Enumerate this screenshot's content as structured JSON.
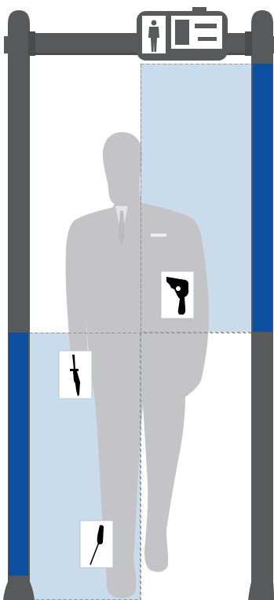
{
  "colors": {
    "frame": "#58595b",
    "frame_dark": "#4a4b4d",
    "detection_bar": "#0b4f9e",
    "zone_fill": "#c9dceb",
    "zone_border": "#8a96a0",
    "silhouette": "#c4c4c6",
    "silhouette_in_zone": "#a9b6c3",
    "item_card": "#ffffff",
    "item_card_border": "#b8c3cc",
    "item_black": "#000000"
  },
  "detection_zones": [
    {
      "name": "upper-right",
      "active": true
    },
    {
      "name": "lower-left",
      "active": true
    }
  ],
  "detection_bars": [
    {
      "side": "right",
      "zone": "upper"
    },
    {
      "side": "left",
      "zone": "lower"
    }
  ],
  "detected_items": [
    {
      "name": "revolver",
      "icon": "revolver-icon",
      "zone": "upper-right"
    },
    {
      "name": "knife",
      "icon": "knife-icon",
      "zone": "lower-left"
    },
    {
      "name": "screwdriver",
      "icon": "screwdriver-icon",
      "zone": "lower-left"
    }
  ],
  "display_panel": {
    "icon": "body-scan-icon",
    "status_icon": "status-screen-icon"
  }
}
